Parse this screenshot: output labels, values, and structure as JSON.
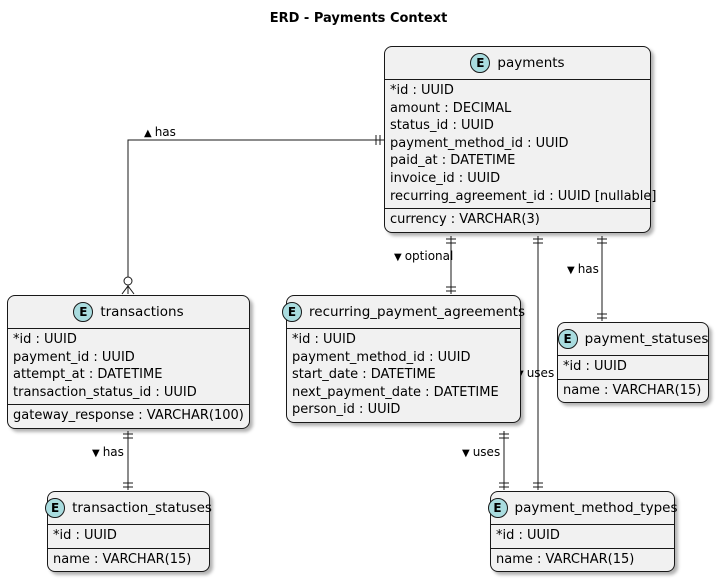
{
  "title": "ERD - Payments Context",
  "entities": {
    "payments": {
      "badge": "E",
      "name": "payments",
      "fields": [
        "*id : UUID",
        "amount : DECIMAL",
        "status_id : UUID",
        "payment_method_id : UUID",
        "paid_at : DATETIME",
        "invoice_id : UUID",
        "recurring_agreement_id : UUID [nullable]"
      ],
      "extra": [
        "currency : VARCHAR(3)"
      ]
    },
    "transactions": {
      "badge": "E",
      "name": "transactions",
      "fields": [
        "*id : UUID",
        "payment_id : UUID",
        "attempt_at : DATETIME",
        "transaction_status_id : UUID"
      ],
      "extra": [
        "gateway_response : VARCHAR(100)"
      ]
    },
    "recurring_payment_agreements": {
      "badge": "E",
      "name": "recurring_payment_agreements",
      "fields": [
        "*id : UUID",
        "payment_method_id : UUID",
        "start_date : DATETIME",
        "next_payment_date : DATETIME",
        "person_id : UUID"
      ],
      "extra": []
    },
    "payment_statuses": {
      "badge": "E",
      "name": "payment_statuses",
      "fields": [
        "*id : UUID"
      ],
      "extra": [
        "name : VARCHAR(15)"
      ]
    },
    "transaction_statuses": {
      "badge": "E",
      "name": "transaction_statuses",
      "fields": [
        "*id : UUID"
      ],
      "extra": [
        "name : VARCHAR(15)"
      ]
    },
    "payment_method_types": {
      "badge": "E",
      "name": "payment_method_types",
      "fields": [
        "*id : UUID"
      ],
      "extra": [
        "name : VARCHAR(15)"
      ]
    }
  },
  "relations": {
    "payments_transactions": {
      "label": "has",
      "arrow": "▲"
    },
    "payments_recurring": {
      "label": "optional",
      "arrow": "▼"
    },
    "payments_statuses": {
      "label": "has",
      "arrow": "▼"
    },
    "payments_method_types": {
      "label": "uses",
      "arrow": "▼"
    },
    "transactions_statuses": {
      "label": "has",
      "arrow": "▼"
    },
    "recurring_method_types": {
      "label": "uses",
      "arrow": "▼"
    }
  }
}
